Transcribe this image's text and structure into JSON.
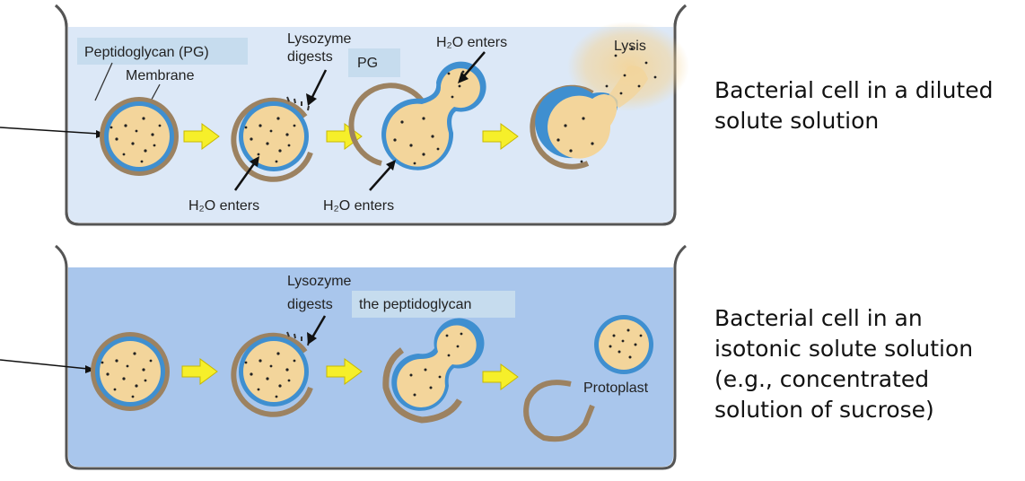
{
  "top_panel": {
    "labels": {
      "peptidoglycan": "Peptidoglycan (PG)",
      "membrane": "Membrane",
      "lysozyme_line1": "Lysozyme",
      "lysozyme_line2": "digests",
      "pg": "PG",
      "h2o_enters_top": "H₂O enters",
      "lysis": "Lysis",
      "h2o_enters_1": "H₂O enters",
      "h2o_enters_2": "H₂O enters"
    },
    "caption": [
      "Bacterial cell in a diluted",
      "solute solution"
    ]
  },
  "bottom_panel": {
    "labels": {
      "lysozyme_line1": "Lysozyme",
      "lysozyme_line2": "digests",
      "the_peptidoglycan": "the peptidoglycan",
      "protoplast": "Protoplast"
    },
    "caption": [
      "Bacterial cell in an",
      "isotonic solute solution",
      "(e.g., concentrated",
      "solution of sucrose)"
    ]
  },
  "colors": {
    "dilute_solution": "#dce8f7",
    "isotonic_solution": "#a9c6ec",
    "cell_fill": "#f3d59b",
    "membrane": "#3f8fd0",
    "peptidoglycan": "#9c8261",
    "arrow": "#f6ef2a"
  }
}
